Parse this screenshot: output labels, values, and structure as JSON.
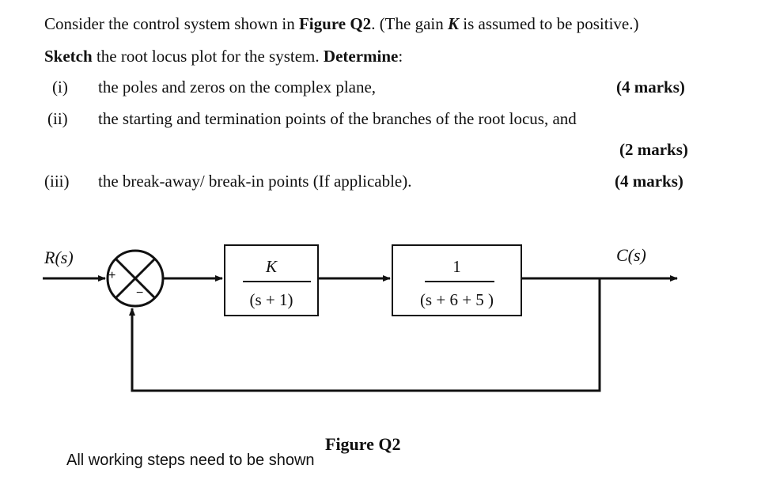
{
  "question": {
    "intro_prefix": "Consider the control system shown in ",
    "intro_figure": "Figure Q2",
    "intro_mid": ". (The gain ",
    "intro_gain": "K",
    "intro_suffix": " is assumed to be positive.)",
    "task_verb": "Sketch",
    "task_mid": " the root locus plot for the system. ",
    "task_determine": "Determine",
    "task_colon": ":",
    "items": [
      {
        "num": "(i)",
        "text": "the poles and zeros on the complex plane,",
        "marks": "(4 marks)"
      },
      {
        "num": "(ii)",
        "text": "the starting and termination points of the branches of the root locus, and",
        "marks": "(2 marks)"
      },
      {
        "num": "(iii)",
        "text": "the break-away/ break-in points (If applicable).",
        "marks": "(4 marks)"
      }
    ]
  },
  "diagram": {
    "input_label": "R(s)",
    "output_label": "C(s)",
    "sum_plus": "+",
    "sum_minus": "−",
    "block1": {
      "numerator": "K",
      "denominator": "(s + 1)"
    },
    "block2": {
      "numerator": "1",
      "denominator": "(s + 6 + 5 )"
    },
    "caption": "Figure Q2"
  },
  "note": "All working steps need to be shown"
}
